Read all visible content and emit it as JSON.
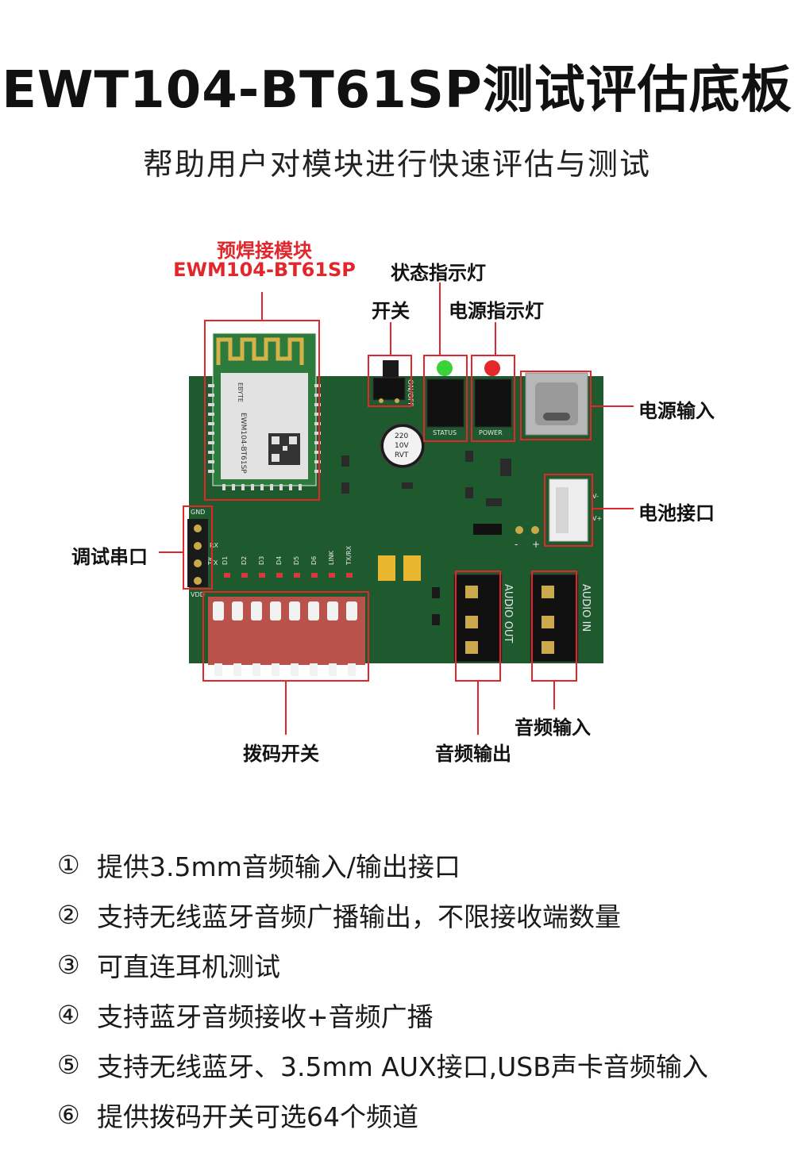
{
  "header": {
    "title": "EWT104-BT61SP测试评估底板",
    "subtitle": "帮助用户对模块进行快速评估与测试"
  },
  "callouts": {
    "module_title": "预焊接模块",
    "module_model": "EWM104-BT61SP",
    "status_led": "状态指示灯",
    "switch": "开关",
    "power_led": "电源指示灯",
    "power_input": "电源输入",
    "battery": "电池接口",
    "debug_serial": "调试串口",
    "dip_switch": "拨码开关",
    "audio_output": "音频输出",
    "audio_input": "音频输入"
  },
  "board": {
    "brand": "EBYTE",
    "module_text": "EWM104-BT61SP",
    "cap_text": [
      "220",
      "10V",
      "RVT"
    ],
    "silk": {
      "gnd": "GND",
      "rx": "RX",
      "tx": "TX",
      "vdd": "VDD",
      "dip": [
        "TX",
        "D1",
        "D2",
        "D3",
        "D4",
        "D5",
        "D6",
        "LINK",
        "TX/RX"
      ],
      "on_off": "ON/OFF",
      "status": "STATUS",
      "power": "POWER",
      "audio_out": "AUDIO OUT",
      "audio_in": "AUDIO IN",
      "minus": "-",
      "plus": "+",
      "vminus": "V-",
      "vplus": "V+"
    },
    "colors": {
      "pcb": "#1f5a2f",
      "callout": "#e3262b",
      "led_status": "#39d23a",
      "led_power": "#e5262a",
      "dip": "#b8524a"
    }
  },
  "features": [
    {
      "num": "①",
      "text": "提供3.5mm音频输入/输出接口"
    },
    {
      "num": "②",
      "text": "支持无线蓝牙音频广播输出，不限接收端数量"
    },
    {
      "num": "③",
      "text": "可直连耳机测试"
    },
    {
      "num": "④",
      "text": "支持蓝牙音频接收+音频广播"
    },
    {
      "num": "⑤",
      "text": "支持无线蓝牙、3.5mm AUX接口,USB声卡音频输入"
    },
    {
      "num": "⑥",
      "text": "提供拨码开关可选64个频道"
    }
  ]
}
